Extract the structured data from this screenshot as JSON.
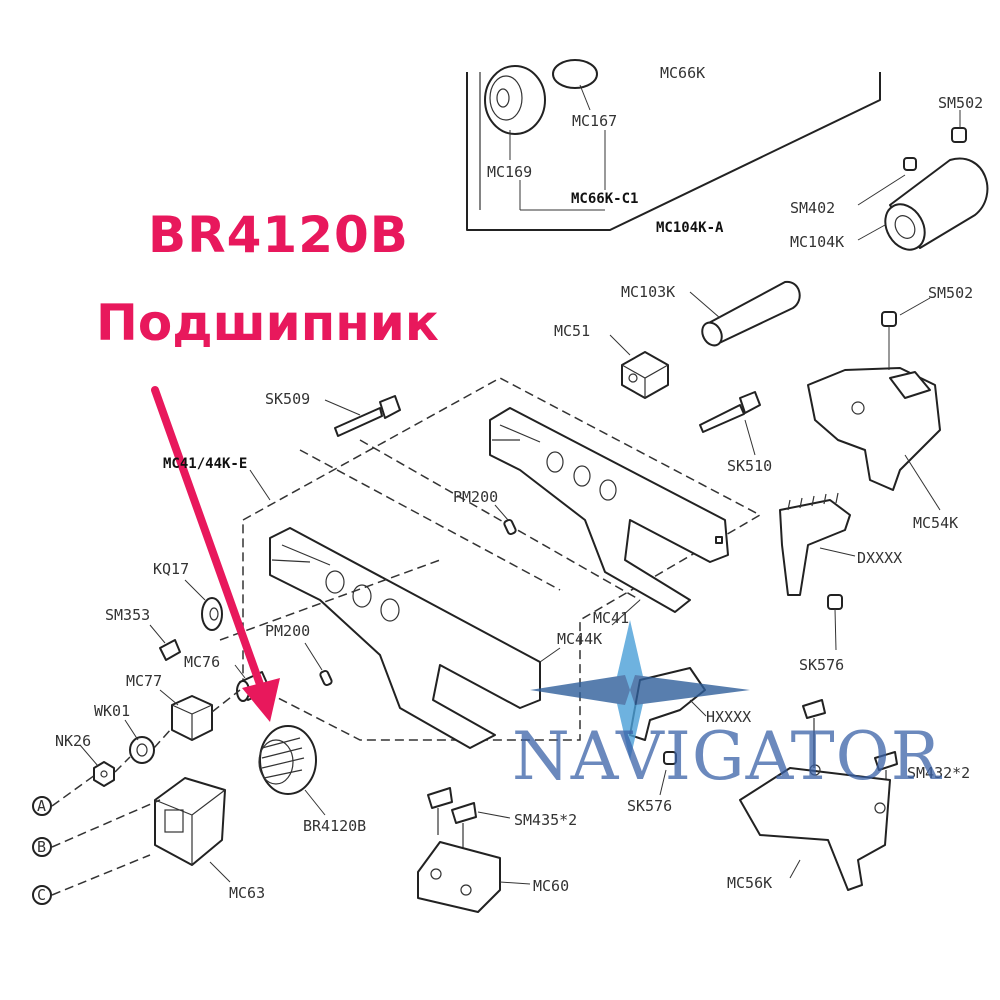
{
  "promo": {
    "part_code": "BR4120B",
    "part_name": "Подшипник"
  },
  "watermark": {
    "text": "NAVIGATOR"
  },
  "colors": {
    "accent": "#e8185c",
    "watermark": "#3a62a8",
    "line": "#222222"
  },
  "labels": {
    "mc66k": "MC66K",
    "mc167": "MC167",
    "mc169": "MC169",
    "mc66k_c1": "MC66K-C1",
    "mc104k_a": "MC104K-A",
    "sm402": "SM402",
    "mc104k": "MC104K",
    "sm502_top": "SM502",
    "mc103k": "MC103K",
    "sm502_right": "SM502",
    "mc51": "MC51",
    "sk509": "SK509",
    "sk510": "SK510",
    "mc41_44k_e": "MC41/44K-E",
    "pm200_upper": "PM200",
    "mc54k": "MC54K",
    "dxxxx": "DXXXX",
    "kq17": "KQ17",
    "sm353": "SM353",
    "pm200_lower": "PM200",
    "mc41": "MC41",
    "mc44k": "MC44K",
    "sk576_upper": "SK576",
    "mc76": "MC76",
    "mc77": "MC77",
    "wk01": "WK01",
    "nk26": "NK26",
    "hxxxx": "HXXXX",
    "sm432": "SM432*2",
    "sk576_lower": "SK576",
    "sm435": "SM435*2",
    "br4120b": "BR4120B",
    "mc63": "MC63",
    "mc60": "MC60",
    "mc56k": "MC56K",
    "circle_a": "A",
    "circle_b": "B",
    "circle_c": "C"
  }
}
